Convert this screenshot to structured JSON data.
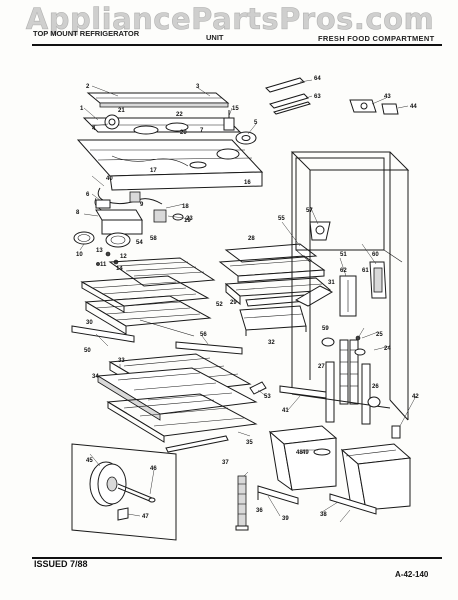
{
  "watermark": "AppliancePartsPros.com",
  "header": {
    "left": "TOP MOUNT REFRIGERATOR",
    "middle": "UNIT",
    "right": "FRESH FOOD COMPARTMENT"
  },
  "footer": {
    "issued": "ISSUED 7/88",
    "page_code": "A-42-140"
  },
  "callouts": [
    "1",
    "2",
    "3",
    "4",
    "5",
    "6",
    "7",
    "8",
    "9",
    "10",
    "11",
    "12",
    "13",
    "14",
    "15",
    "16",
    "17",
    "18",
    "19",
    "20",
    "21",
    "22",
    "23",
    "24",
    "25",
    "26",
    "27",
    "28",
    "29",
    "30",
    "31",
    "32",
    "33",
    "34",
    "35",
    "36",
    "37",
    "38",
    "39",
    "40",
    "41",
    "42",
    "43",
    "44",
    "45",
    "46",
    "47",
    "48",
    "49",
    "50",
    "51",
    "52",
    "53",
    "54",
    "55",
    "56",
    "57",
    "58",
    "59",
    "60",
    "61",
    "62",
    "63",
    "64"
  ]
}
